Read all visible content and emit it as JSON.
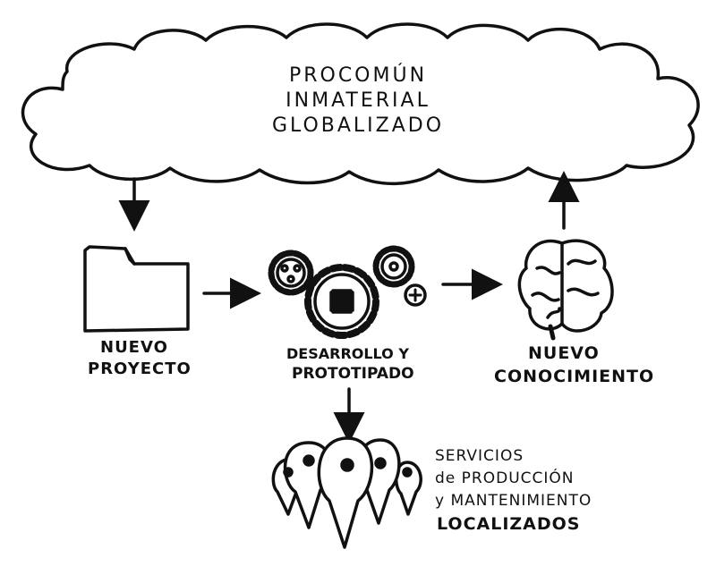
{
  "cloud": {
    "lines": [
      "PROCOMÚN",
      "INMATERIAL",
      "GLOBALIZADO"
    ]
  },
  "project": {
    "lines": [
      "NUEVO",
      "PROYECTO"
    ]
  },
  "development": {
    "lines": [
      "DESARROLLO Y",
      "PROTOTIPADO"
    ]
  },
  "knowledge": {
    "lines": [
      "NUEVO",
      "CONOCIMIENTO"
    ]
  },
  "services": {
    "lines": [
      "SERVICIOS",
      "de PRODUCCIÓN",
      "y MANTENIMIENTO",
      "LOCALIZADOS"
    ]
  },
  "colors": {
    "ink": "#111111",
    "background": "#ffffff"
  }
}
